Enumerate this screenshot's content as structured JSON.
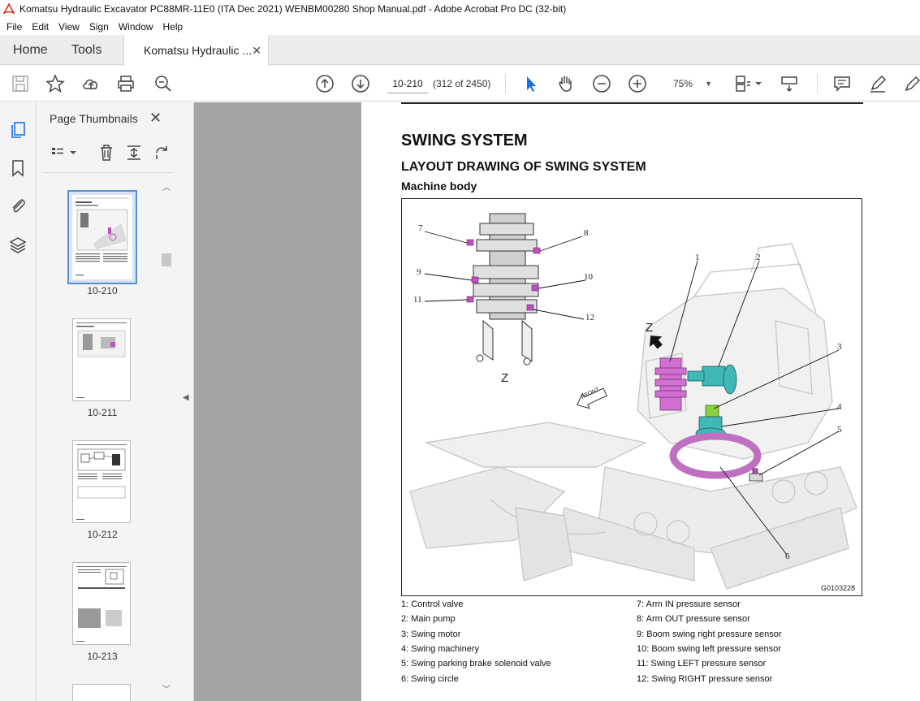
{
  "window": {
    "title": "Komatsu Hydraulic Excavator PC88MR-11E0 (ITA Dec 2021) WENBM00280 Shop Manual.pdf - Adobe Acrobat Pro DC (32-bit)",
    "app_icon_color": "#e0281c"
  },
  "menu": [
    "File",
    "Edit",
    "View",
    "Sign",
    "Window",
    "Help"
  ],
  "tabs": {
    "home": "Home",
    "tools": "Tools",
    "document": "Komatsu Hydraulic ...",
    "document_close": "✕"
  },
  "toolbar": {
    "page_value": "10-210",
    "page_count": "(312 of 2450)",
    "zoom": "75%",
    "accent": "#1473e6"
  },
  "sidebar": {
    "panel_title": "Page Thumbnails",
    "close": "✕",
    "thumbnails": [
      {
        "label": "10-210",
        "selected": true
      },
      {
        "label": "10-211",
        "selected": false
      },
      {
        "label": "10-212",
        "selected": false
      },
      {
        "label": "10-213",
        "selected": false
      }
    ]
  },
  "document": {
    "heading": "SWING SYSTEM",
    "subheading": "LAYOUT DRAWING OF SWING SYSTEM",
    "section": "Machine body",
    "figure": {
      "code": "G0103228",
      "view_label": "Z",
      "view_arrow_label": "Z",
      "front_label": "FRONT",
      "callouts": [
        "1",
        "2",
        "3",
        "4",
        "5",
        "6",
        "7",
        "8",
        "9",
        "10",
        "11",
        "12"
      ]
    },
    "legend_left": [
      "1: Control valve",
      "2: Main pump",
      "3: Swing motor",
      "4: Swing machinery",
      "5: Swing parking brake solenoid valve",
      "6: Swing circle"
    ],
    "legend_right": [
      "7: Arm IN pressure sensor",
      "8: Arm OUT pressure sensor",
      "9: Boom swing right pressure sensor",
      "10: Boom swing left pressure sensor",
      "11: Swing LEFT pressure sensor",
      "12: Swing RIGHT pressure sensor"
    ]
  }
}
